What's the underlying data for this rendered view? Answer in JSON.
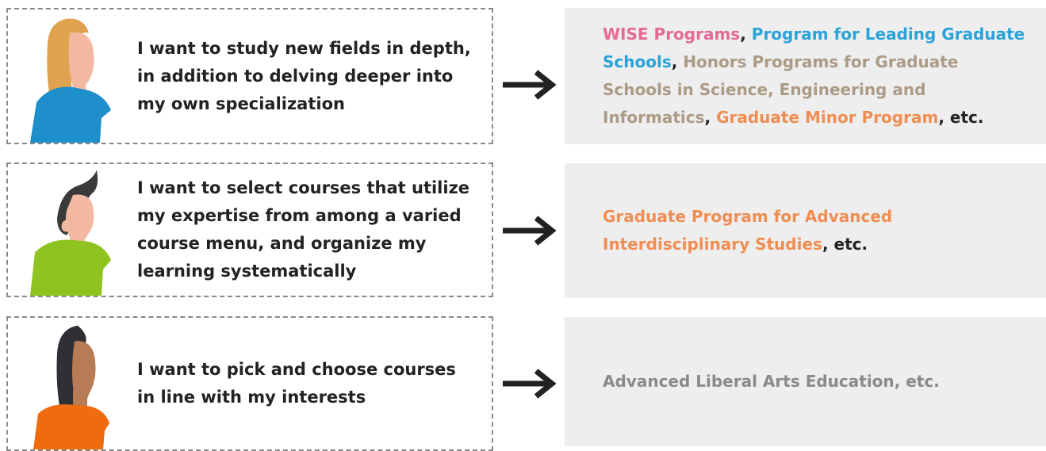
{
  "rows": [
    {
      "need": "I want to study new fields in depth, in addition to delving deeper into my own specialization",
      "programs": [
        {
          "text": "WISE Programs",
          "color": "#e36a97"
        },
        {
          "text": ", ",
          "color": "#222222"
        },
        {
          "text": "Program for Leading Graduate Schools",
          "color": "#2aa3d8"
        },
        {
          "text": ", ",
          "color": "#222222"
        },
        {
          "text": "Honors Programs for Graduate Schools in Science, Engineering and Informatics",
          "color": "#ab9a85"
        },
        {
          "text": ", ",
          "color": "#222222"
        },
        {
          "text": "Graduate Minor Program",
          "color": "#ef8d52"
        },
        {
          "text": ", etc.",
          "color": "#222222"
        }
      ]
    },
    {
      "need": "I want to select courses that utilize my expertise from among a varied course menu, and organize my learning systematically",
      "programs": [
        {
          "text": "Graduate Program for Advanced Interdisciplinary Studies",
          "color": "#ef8d52"
        },
        {
          "text": ", etc.",
          "color": "#222222"
        }
      ]
    },
    {
      "need": "I want to pick and choose courses in line with my interests",
      "programs": [
        {
          "text": "Advanced Liberal Arts Education, etc.",
          "color": "#8a8a8a"
        }
      ]
    }
  ],
  "people": [
    {
      "icon": "woman-blonde-blue-shirt-icon",
      "hair": "#dfa24e",
      "skin": "#f2b9a0",
      "shirt": "#1e8fcb"
    },
    {
      "icon": "man-dark-hair-green-shirt-icon",
      "hair": "#3a3a3a",
      "skin": "#f2b9a0",
      "shirt": "#8fc31f"
    },
    {
      "icon": "woman-dark-hair-orange-shirt-icon",
      "hair": "#2f2f35",
      "skin": "#b77b55",
      "shirt": "#ee6c0d"
    }
  ],
  "arrow_color": "#222222"
}
